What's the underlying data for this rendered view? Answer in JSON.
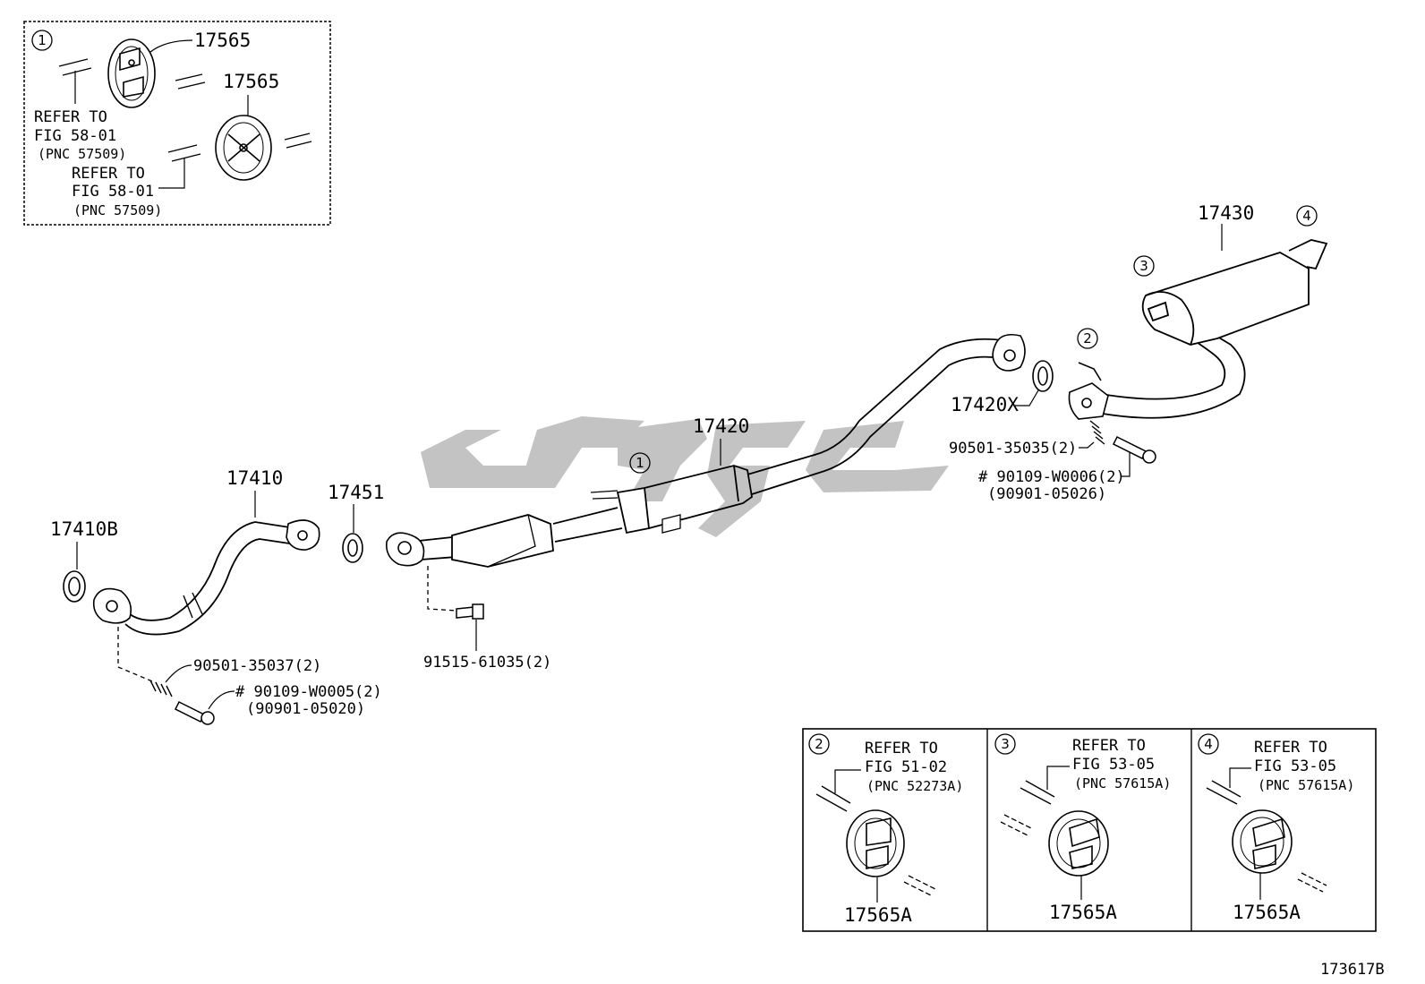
{
  "inset_top": {
    "callout": "1",
    "part_a": "17565",
    "part_b": "17565",
    "ref1": [
      "REFER TO",
      "FIG 58-01",
      "(PNC 57509)"
    ],
    "ref2": [
      "REFER TO",
      "FIG 58-01",
      "(PNC 57509)"
    ]
  },
  "parts": {
    "p17410B": "17410B",
    "p17410": "17410",
    "p17451": "17451",
    "p17420": "17420",
    "p17420X": "17420X",
    "p17430": "17430",
    "bolt_front_spring": "90501-35037(2)",
    "bolt_front_a": "# 90109-W0005(2)",
    "bolt_front_b": "(90901-05020)",
    "bolt_cat": "91515-61035(2)",
    "bolt_rear_spring": "90501-35035(2)",
    "bolt_rear_a": "# 90109-W0006(2)",
    "bolt_rear_b": "(90901-05026)"
  },
  "callouts": {
    "c1": "1",
    "c2": "2",
    "c3": "3",
    "c4": "4"
  },
  "inset_bottom": [
    {
      "callout": "2",
      "ref": [
        "REFER TO",
        "FIG 51-02",
        "(PNC 52273A)"
      ],
      "part": "17565A"
    },
    {
      "callout": "3",
      "ref": [
        "REFER TO",
        "FIG 53-05",
        "(PNC 57615A)"
      ],
      "part": "17565A"
    },
    {
      "callout": "4",
      "ref": [
        "REFER TO",
        "FIG 53-05",
        "(PNC 57615A)"
      ],
      "part": "17565A"
    }
  ],
  "figure_id": "173617B"
}
